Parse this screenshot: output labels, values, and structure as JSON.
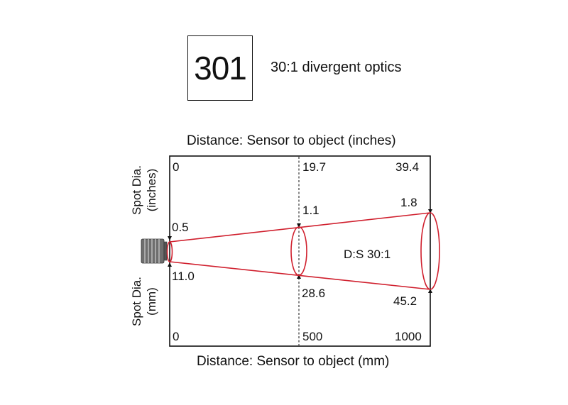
{
  "product": {
    "code": "301",
    "description": "30:1 divergent optics"
  },
  "diagram": {
    "top_axis_title": "Distance: Sensor to object (inches)",
    "bottom_axis_title": "Distance: Sensor to object (mm)",
    "left_top_label": [
      "Spot Dia.",
      "(inches)"
    ],
    "left_bottom_label": [
      "Spot Dia.",
      "(mm)"
    ],
    "ratio_label": "D:S 30:1",
    "beam_color": "#d0202e",
    "distances_inches": [
      "0",
      "19.7",
      "39.4"
    ],
    "distances_mm": [
      "0",
      "500",
      "1000"
    ],
    "spot_inches": [
      "0.5",
      "1.1",
      "1.8"
    ],
    "spot_mm": [
      "11.0",
      "28.6",
      "45.2"
    ]
  }
}
